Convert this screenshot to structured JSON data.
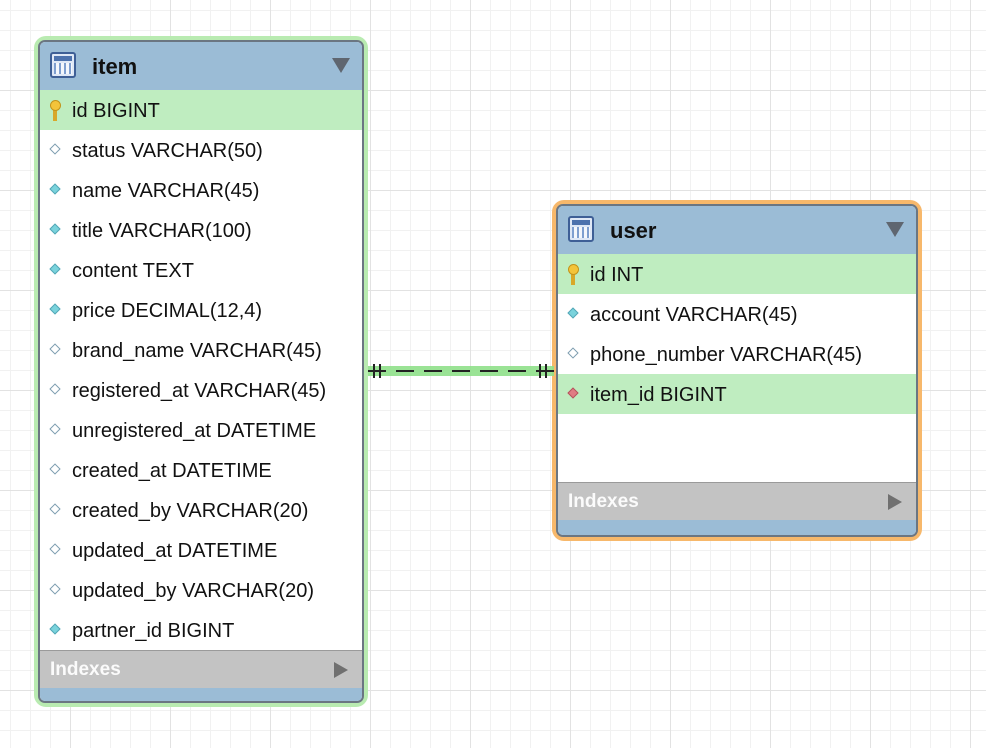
{
  "tables": {
    "item": {
      "name": "item",
      "columns": [
        {
          "label": "id BIGINT",
          "kind": "pk"
        },
        {
          "label": "status VARCHAR(50)",
          "kind": "nullable"
        },
        {
          "label": "name VARCHAR(45)",
          "kind": "notnull"
        },
        {
          "label": "title VARCHAR(100)",
          "kind": "notnull"
        },
        {
          "label": "content TEXT",
          "kind": "notnull"
        },
        {
          "label": "price DECIMAL(12,4)",
          "kind": "notnull"
        },
        {
          "label": "brand_name VARCHAR(45)",
          "kind": "nullable"
        },
        {
          "label": "registered_at VARCHAR(45)",
          "kind": "nullable"
        },
        {
          "label": "unregistered_at DATETIME",
          "kind": "nullable"
        },
        {
          "label": "created_at DATETIME",
          "kind": "nullable"
        },
        {
          "label": "created_by VARCHAR(20)",
          "kind": "nullable"
        },
        {
          "label": "updated_at DATETIME",
          "kind": "nullable"
        },
        {
          "label": "updated_by VARCHAR(20)",
          "kind": "nullable"
        },
        {
          "label": "partner_id BIGINT",
          "kind": "notnull"
        }
      ],
      "indexes_label": "Indexes"
    },
    "user": {
      "name": "user",
      "columns": [
        {
          "label": "id INT",
          "kind": "pk"
        },
        {
          "label": "account VARCHAR(45)",
          "kind": "notnull"
        },
        {
          "label": "phone_number VARCHAR(45)",
          "kind": "nullable"
        },
        {
          "label": "item_id BIGINT",
          "kind": "fk"
        }
      ],
      "indexes_label": "Indexes"
    }
  },
  "relationship": {
    "from": "item.id",
    "to": "user.item_id",
    "cardinality": "one-to-one",
    "line_style": "dashed",
    "highlight_color": "#8fe08a"
  },
  "colors": {
    "header": "#9bbcd6",
    "item_border": "#b9ebb1",
    "user_border": "#f7b86b",
    "key_row": "#bfedc0"
  },
  "icons": {
    "table": "table-icon",
    "collapse": "triangle-down-icon",
    "primary_key": "key-icon",
    "column": "diamond-icon",
    "foreign_key": "red-diamond-icon",
    "expand": "triangle-right-icon"
  }
}
